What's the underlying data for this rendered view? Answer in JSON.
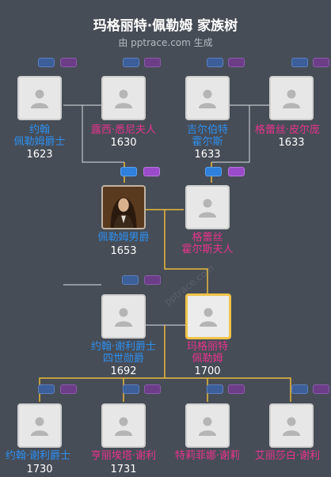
{
  "header": {
    "title": "玛格丽特·佩勒姆 家族树",
    "subtitle": "由 pptrace.com 生成"
  },
  "watermark": "pptrace.com",
  "people": {
    "john_pelham_sir": {
      "name_line1": "约翰",
      "name_line2": "佩勒姆爵士",
      "year": "1623"
    },
    "lucy_sidney": {
      "name_line1": "露西·悉尼夫人",
      "name_line2": "",
      "year": "1630"
    },
    "gilbert_holles": {
      "name_line1": "吉尔伯特",
      "name_line2": "霍尔斯",
      "year": "1633"
    },
    "grace_pierrepont": {
      "name_line1": "格蕾丝·皮尔庞",
      "name_line2": "",
      "year": "1633"
    },
    "baron_pelham": {
      "name_line1": "佩勒姆男爵",
      "name_line2": "",
      "year": "1653"
    },
    "lady_grace_holles": {
      "name_line1": "格蕾丝",
      "name_line2": "霍尔斯夫人",
      "year": ""
    },
    "john_shelley": {
      "name_line1": "约翰·谢利爵士",
      "name_line2": "四世勋爵",
      "year": "1692"
    },
    "margaret_pelham": {
      "name_line1": "玛格丽特",
      "name_line2": "佩勒姆",
      "year": "1700"
    },
    "john_shelley_jr": {
      "name_line1": "约翰·谢利爵士",
      "name_line2": "",
      "year": "1730"
    },
    "henrietta_shelley": {
      "name_line1": "亨丽埃塔·谢利",
      "name_line2": "",
      "year": "1731"
    },
    "teresa_shelley": {
      "name_line1": "特莉菲娜·谢莉",
      "name_line2": "",
      "year": ""
    },
    "elizabeth_shelley": {
      "name_line1": "艾丽莎白·谢利",
      "name_line2": "",
      "year": ""
    }
  },
  "colors": {
    "background": "#474d57",
    "male_name": "#2d8ff0",
    "female_name": "#e8338d",
    "focus_border": "#f0c34a",
    "gray_link": "#bfc3c9",
    "gold_link": "#e9b93c"
  },
  "icons": {
    "avatar": "person-silhouette-icon",
    "portrait": "portrait-photo",
    "expand_blue": "expand-father-icon",
    "expand_purple": "expand-mother-icon"
  }
}
